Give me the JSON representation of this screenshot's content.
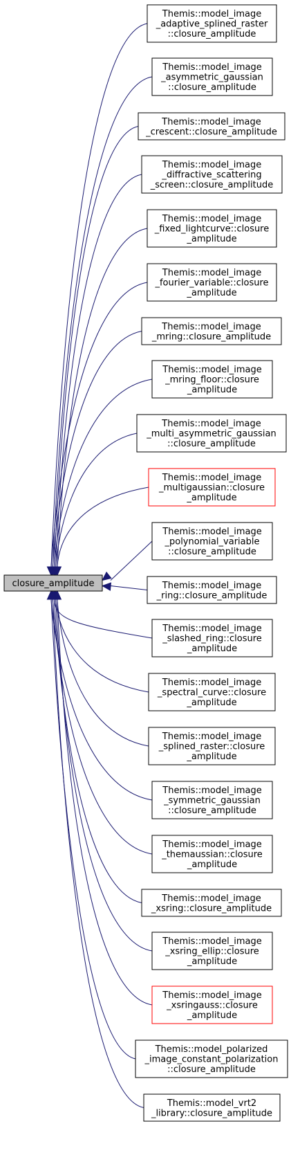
{
  "root": {
    "label": "closure_amplitude"
  },
  "callers": [
    {
      "lines": [
        "Themis::model_image",
        "_adaptive_splined_raster",
        "::closure_amplitude"
      ],
      "highlight": false
    },
    {
      "lines": [
        "Themis::model_image",
        "_asymmetric_gaussian",
        "::closure_amplitude"
      ],
      "highlight": false
    },
    {
      "lines": [
        "Themis::model_image",
        "_crescent::closure_amplitude"
      ],
      "highlight": false
    },
    {
      "lines": [
        "Themis::model_image",
        "_diffractive_scattering",
        "_screen::closure_amplitude"
      ],
      "highlight": false
    },
    {
      "lines": [
        "Themis::model_image",
        "_fixed_lightcurve::closure",
        "_amplitude"
      ],
      "highlight": false
    },
    {
      "lines": [
        "Themis::model_image",
        "_fourier_variable::closure",
        "_amplitude"
      ],
      "highlight": false
    },
    {
      "lines": [
        "Themis::model_image",
        "_mring::closure_amplitude"
      ],
      "highlight": false
    },
    {
      "lines": [
        "Themis::model_image",
        "_mring_floor::closure",
        "_amplitude"
      ],
      "highlight": false
    },
    {
      "lines": [
        "Themis::model_image",
        "_multi_asymmetric_gaussian",
        "::closure_amplitude"
      ],
      "highlight": false
    },
    {
      "lines": [
        "Themis::model_image",
        "_multigaussian::closure",
        "_amplitude"
      ],
      "highlight": true
    },
    {
      "lines": [
        "Themis::model_image",
        "_polynomial_variable",
        "::closure_amplitude"
      ],
      "highlight": false
    },
    {
      "lines": [
        "Themis::model_image",
        "_ring::closure_amplitude"
      ],
      "highlight": false
    },
    {
      "lines": [
        "Themis::model_image",
        "_slashed_ring::closure",
        "_amplitude"
      ],
      "highlight": false
    },
    {
      "lines": [
        "Themis::model_image",
        "_spectral_curve::closure",
        "_amplitude"
      ],
      "highlight": false
    },
    {
      "lines": [
        "Themis::model_image",
        "_splined_raster::closure",
        "_amplitude"
      ],
      "highlight": false
    },
    {
      "lines": [
        "Themis::model_image",
        "_symmetric_gaussian",
        "::closure_amplitude"
      ],
      "highlight": false
    },
    {
      "lines": [
        "Themis::model_image",
        "_themaussian::closure",
        "_amplitude"
      ],
      "highlight": false
    },
    {
      "lines": [
        "Themis::model_image",
        "_xsring::closure_amplitude"
      ],
      "highlight": false
    },
    {
      "lines": [
        "Themis::model_image",
        "_xsring_ellip::closure",
        "_amplitude"
      ],
      "highlight": false
    },
    {
      "lines": [
        "Themis::model_image",
        "_xsringauss::closure",
        "_amplitude"
      ],
      "highlight": true
    },
    {
      "lines": [
        "Themis::model_polarized",
        "_image_constant_polarization",
        "::closure_amplitude"
      ],
      "highlight": false
    },
    {
      "lines": [
        "Themis::model_vrt2",
        "_library::closure_amplitude"
      ],
      "highlight": false
    }
  ],
  "colors": {
    "edge": "#191970",
    "node_border": "#000000",
    "highlight_border": "#ff0000",
    "root_fill": "#bfbfbf"
  }
}
